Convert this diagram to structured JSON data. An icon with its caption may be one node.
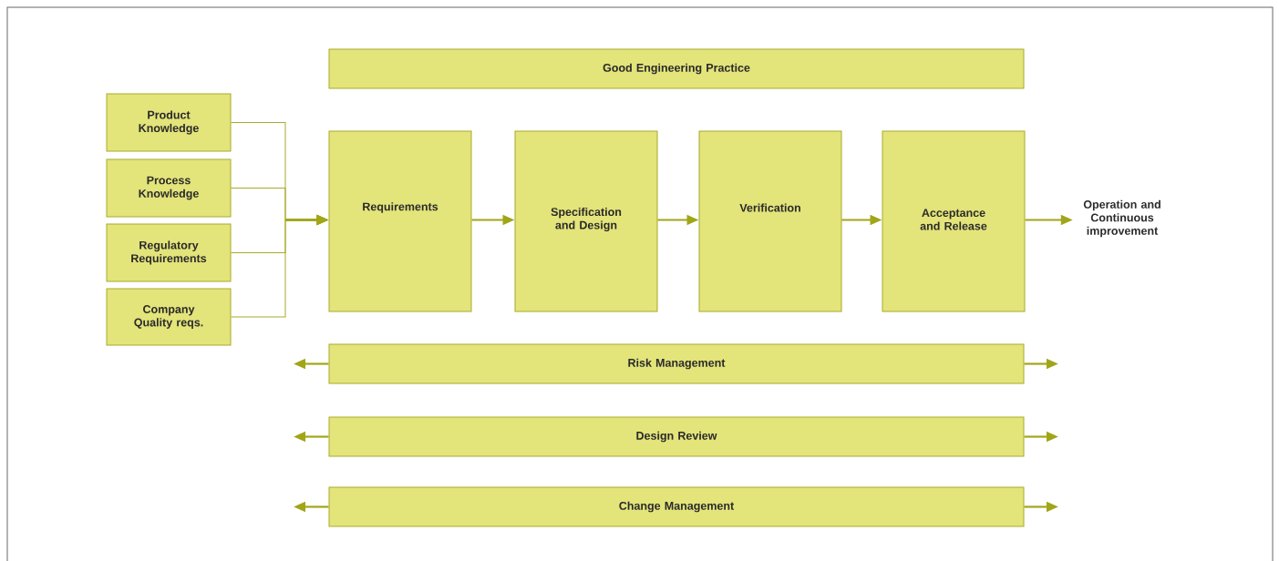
{
  "diagram": {
    "nodes": [
      {
        "text": [
          "Good Engineering Practice"
        ]
      },
      {
        "text": [
          "Product Knowledge"
        ]
      },
      {
        "text": [
          "Process Knowledge"
        ]
      },
      {
        "text": [
          "Regulatory Requirements"
        ]
      },
      {
        "text": [
          "Company Quality reqs."
        ]
      },
      {
        "text": [
          "Requirements"
        ]
      },
      {
        "text": [
          "Specification and Design"
        ]
      },
      {
        "text": [
          "Verification"
        ]
      },
      {
        "text": [
          "Acceptance and Release"
        ]
      },
      {
        "text": [
          "Operation and Continuous improvement"
        ]
      },
      {
        "text": [
          "Risk Management"
        ]
      },
      {
        "text": [
          "Design Review"
        ]
      },
      {
        "text": [
          "Change Management"
        ]
      }
    ],
    "edges": [
      {
        "from": 1,
        "to": 5,
        "arrow": "to"
      },
      {
        "from": 2,
        "to": 5,
        "arrow": "to"
      },
      {
        "from": 3,
        "to": 5,
        "arrow": "to"
      },
      {
        "from": 4,
        "to": 5,
        "arrow": "to"
      },
      {
        "from": 5,
        "to": 6,
        "arrow": "to"
      },
      {
        "from": 6,
        "to": 7,
        "arrow": "to"
      },
      {
        "from": 7,
        "to": 8,
        "arrow": "to"
      },
      {
        "from": 8,
        "to": 9,
        "arrow": "to"
      },
      {
        "from": 10,
        "to": null,
        "arrow": "to"
      },
      {
        "from": 10,
        "to": null,
        "arrow": "to"
      },
      {
        "from": 11,
        "to": null,
        "arrow": "to"
      },
      {
        "from": 11,
        "to": null,
        "arrow": "to"
      },
      {
        "from": 12,
        "to": null,
        "arrow": "to"
      },
      {
        "from": 12,
        "to": null,
        "arrow": "to"
      }
    ]
  }
}
